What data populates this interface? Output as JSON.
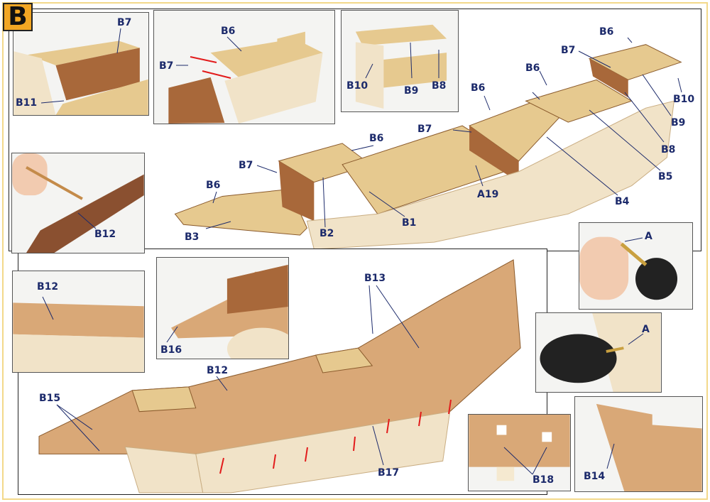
{
  "section_badge": "B",
  "colors": {
    "label": "#1c2a6b",
    "badge": "#f2a623",
    "wood_light": "#e6c98f",
    "wood_dark": "#a8683a",
    "plywood": "#f1e3c8"
  },
  "labels": {
    "p1": [
      "B7",
      "B11"
    ],
    "p2": [
      "B6",
      "B7"
    ],
    "p3": [
      "B10",
      "B9",
      "B8"
    ],
    "brush": [
      "B12"
    ],
    "main_top": [
      "B6",
      "B7",
      "B6",
      "B6",
      "B6",
      "B7",
      "B6",
      "B7",
      "B10",
      "B9",
      "B8",
      "B5",
      "B4",
      "A19",
      "B1",
      "B2",
      "B3"
    ],
    "drill1": [
      "A"
    ],
    "drill2": [
      "A"
    ],
    "p7": [
      "B12"
    ],
    "p8": [
      "B16"
    ],
    "main_bottom": [
      "B13",
      "B12",
      "B15",
      "B17"
    ],
    "p9": [
      "B18"
    ],
    "p10": [
      "B14"
    ]
  }
}
